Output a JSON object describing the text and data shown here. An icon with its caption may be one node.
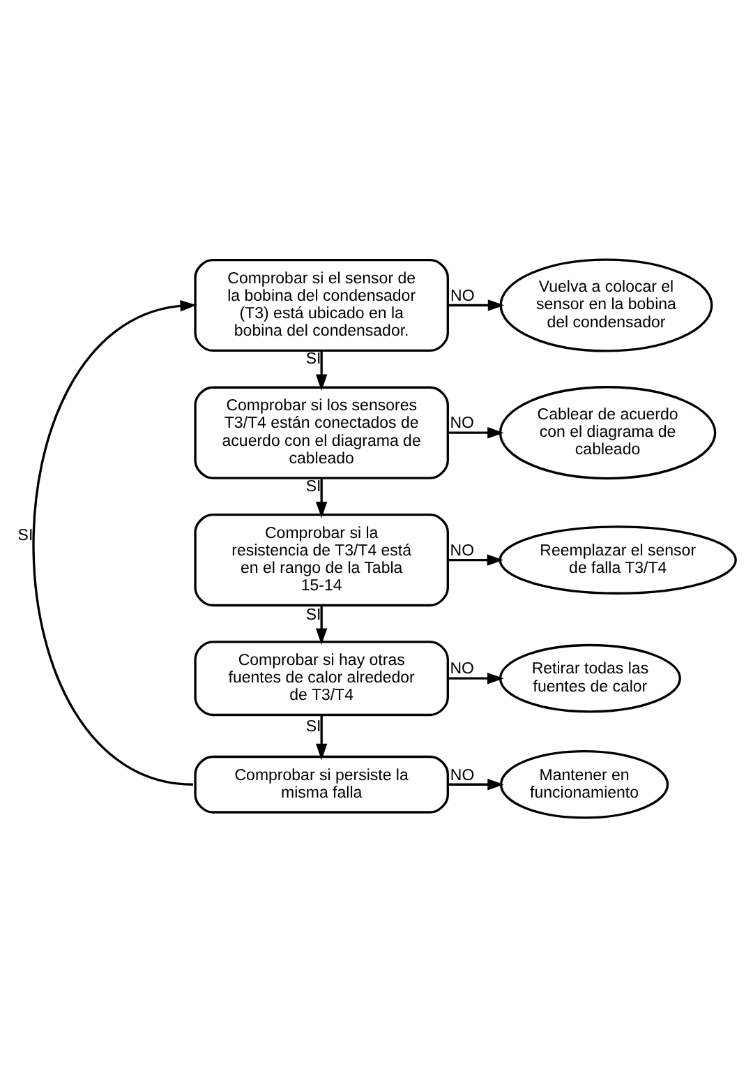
{
  "diagram": {
    "nodes": [
      {
        "text": [
          "Comprobar si el sensor de la bobina del condensador (T3) está ubicado en la bobina del condensador."
        ]
      },
      {
        "text": [
          "Vuelva a colocar el sensor en la bobina del condensador"
        ]
      },
      {
        "text": [
          "Comprobar si los sensores T3/T4 están conectados de acuerdo con el diagrama de cableado"
        ]
      },
      {
        "text": [
          "Cablear de acuerdo con el diagrama de cableado"
        ]
      },
      {
        "text": [
          "Comprobar si la resistencia de T3/T4 está en el rango de la Tabla 15-14"
        ]
      },
      {
        "text": [
          "Reemplazar el sensor de falla T3/T4"
        ]
      },
      {
        "text": [
          "Comprobar si hay otras fuentes de calor alrededor de T3/T4"
        ]
      },
      {
        "text": [
          "Retirar todas las fuentes de calor"
        ]
      },
      {
        "text": [
          "Comprobar si persiste la misma falla"
        ]
      },
      {
        "text": [
          "Mantener en funcionamiento"
        ]
      }
    ],
    "edges": [
      {
        "from": 0,
        "to": 1,
        "arrow": "to",
        "label": "NO"
      },
      {
        "from": 0,
        "to": 2,
        "arrow": "to",
        "label": "SI"
      },
      {
        "from": 2,
        "to": 3,
        "arrow": "to",
        "label": "NO"
      },
      {
        "from": 2,
        "to": 4,
        "arrow": "to",
        "label": "SI"
      },
      {
        "from": 4,
        "to": 5,
        "arrow": "to",
        "label": "NO"
      },
      {
        "from": 4,
        "to": 6,
        "arrow": "to",
        "label": "SI"
      },
      {
        "from": 6,
        "to": 7,
        "arrow": "to",
        "label": "NO"
      },
      {
        "from": 6,
        "to": 8,
        "arrow": "to",
        "label": "SI"
      },
      {
        "from": 8,
        "to": 9,
        "arrow": "to",
        "label": "NO"
      },
      {
        "from": 8,
        "to": 0,
        "arrow": "to",
        "label": "SI"
      }
    ]
  }
}
